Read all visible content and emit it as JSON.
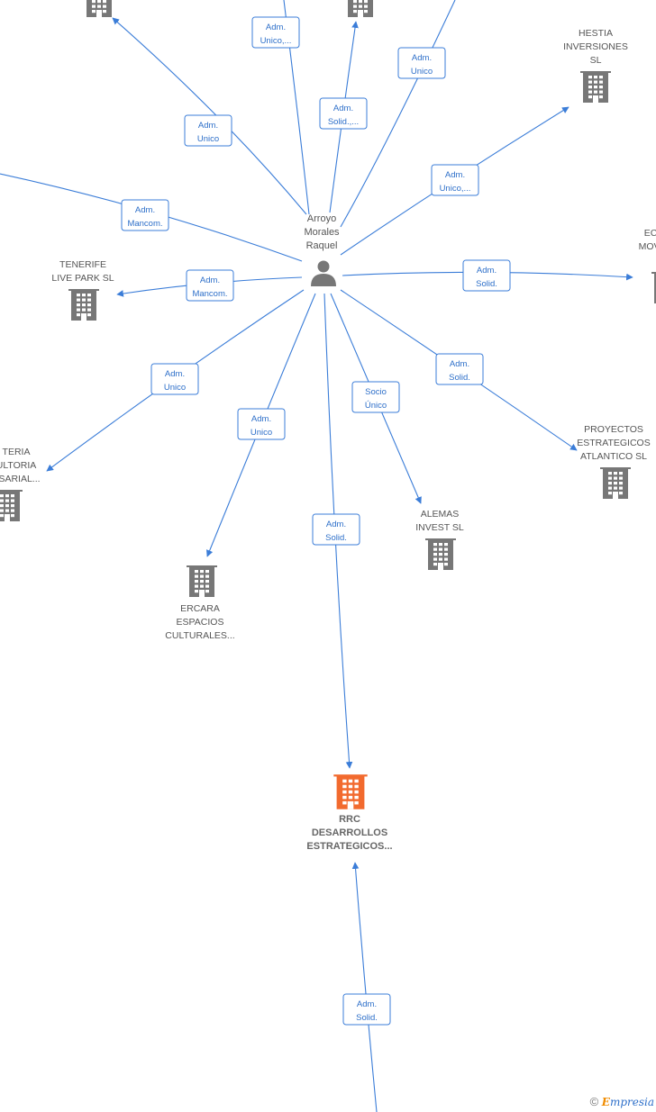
{
  "person": {
    "name_lines": [
      "Arroyo",
      "Morales",
      "Raquel"
    ],
    "icon": "person-icon"
  },
  "companies": [
    {
      "id": "top-left",
      "lines": [],
      "color": "#777777"
    },
    {
      "id": "top-center",
      "lines": [],
      "color": "#777777"
    },
    {
      "id": "hestia",
      "lines": [
        "HESTIA",
        "INVERSIONES",
        "SL"
      ],
      "color": "#777777"
    },
    {
      "id": "ec-movi",
      "lines": [
        "EC",
        "MOVI"
      ],
      "color": "#777777"
    },
    {
      "id": "tenerife",
      "lines": [
        "TENERIFE",
        "LIVE PARK  SL"
      ],
      "color": "#777777"
    },
    {
      "id": "consultoria",
      "lines": [
        "TERIA",
        "ULTORIA",
        "ESARIAL..."
      ],
      "color": "#777777"
    },
    {
      "id": "ercara",
      "lines": [
        "ERCARA",
        "ESPACIOS",
        "CULTURALES..."
      ],
      "color": "#777777"
    },
    {
      "id": "alemas",
      "lines": [
        "ALEMAS",
        "INVEST  SL"
      ],
      "color": "#777777"
    },
    {
      "id": "proyectos",
      "lines": [
        "PROYECTOS",
        "ESTRATEGICOS",
        "ATLANTICO  SL"
      ],
      "color": "#777777"
    },
    {
      "id": "rrc",
      "lines": [
        "RRC",
        "DESARROLLOS",
        "ESTRATEGICOS..."
      ],
      "color": "#f26a2e",
      "main": true
    }
  ],
  "edge_labels": [
    [
      "Adm.",
      "Unico,..."
    ],
    [
      "Adm.",
      "Solid.,..."
    ],
    [
      "Adm.",
      "Unico"
    ],
    [
      "Adm.",
      "Unico"
    ],
    [
      "Adm.",
      "Unico,..."
    ],
    [
      "Adm.",
      "Mancom."
    ],
    [
      "Adm.",
      "Mancom."
    ],
    [
      "Adm.",
      "Solid."
    ],
    [
      "Adm.",
      "Unico"
    ],
    [
      "Adm.",
      "Unico"
    ],
    [
      "Adm.",
      "Solid."
    ],
    [
      "Socio",
      "Único"
    ],
    [
      "Adm.",
      "Solid."
    ],
    [
      "Adm.",
      "Solid."
    ]
  ],
  "footer": {
    "copyright": "©",
    "brand_initial": "E",
    "brand_rest": "mpresia"
  },
  "colors": {
    "edge": "#3b7dd8",
    "node": "#777777",
    "main_node": "#f26a2e"
  }
}
